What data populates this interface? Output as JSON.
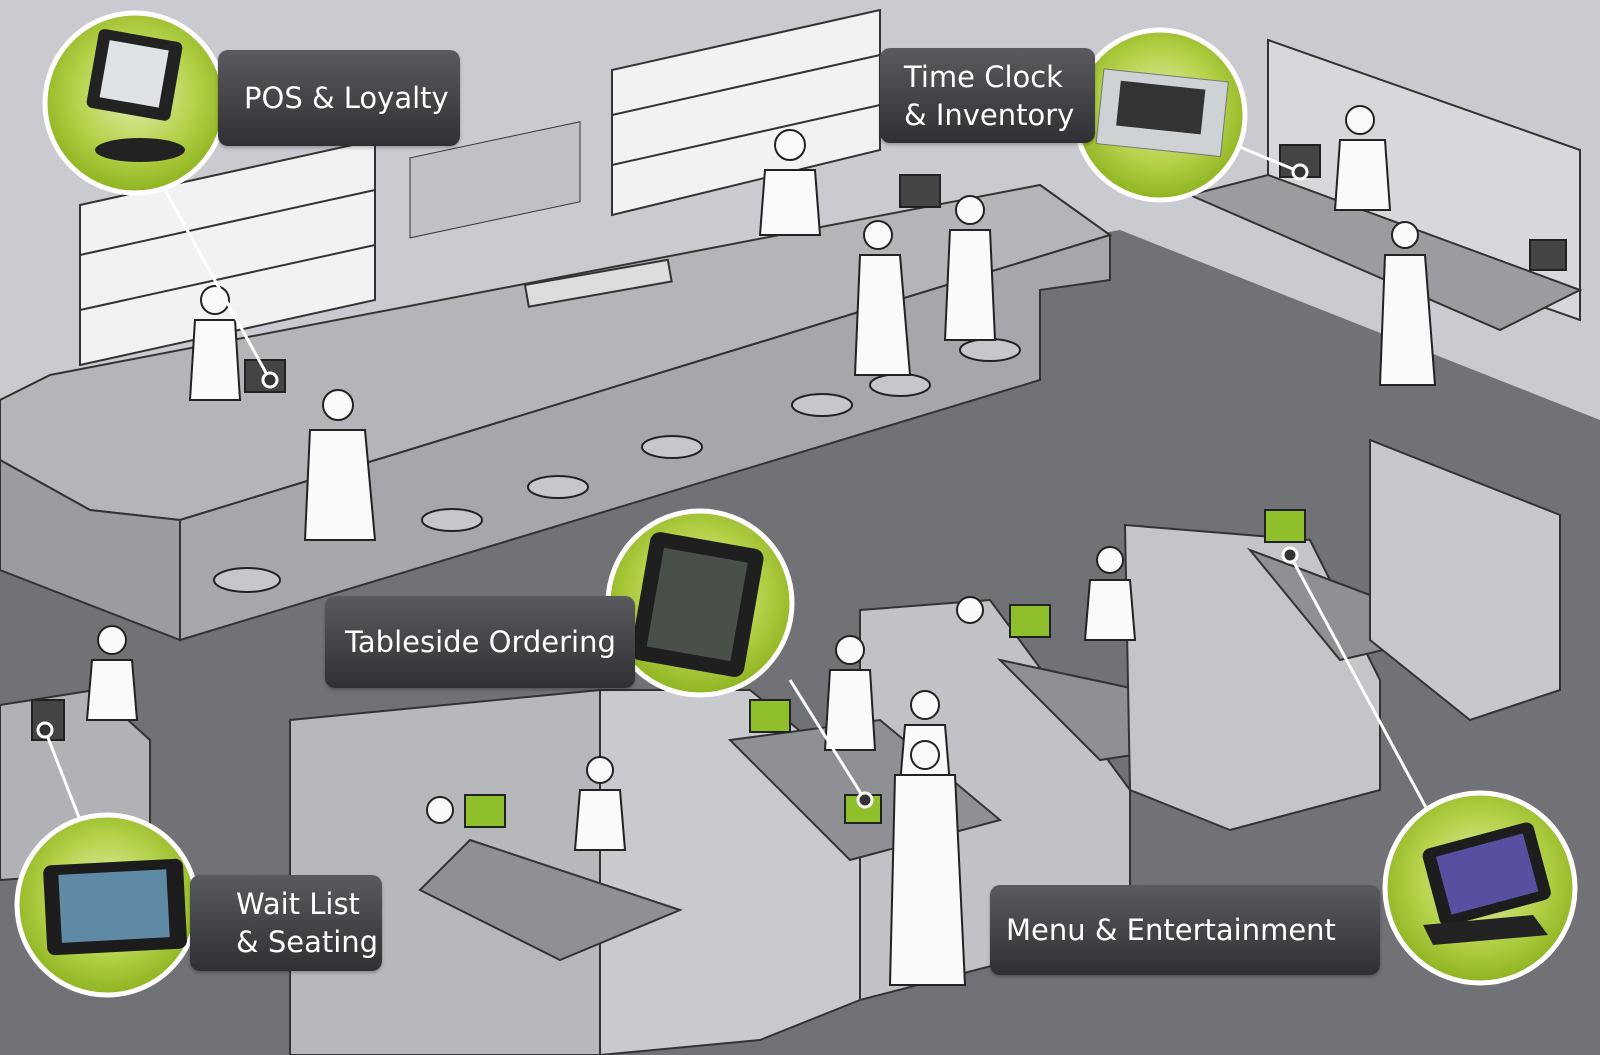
{
  "callouts": {
    "pos": {
      "label": "POS & Loyalty"
    },
    "time_clock": {
      "line1": "Time Clock",
      "line2": "& Inventory"
    },
    "tableside": {
      "label": "Tableside Ordering"
    },
    "wait_list": {
      "line1": "Wait List",
      "line2": "& Seating"
    },
    "menu": {
      "label": "Menu & Entertainment"
    }
  },
  "colors": {
    "background": "#c9cbd0",
    "floor": "#6f7175",
    "accent_green": "#9dc12a",
    "label_dark": "#3a3b3e",
    "screen_green": "#8fbf2a"
  }
}
